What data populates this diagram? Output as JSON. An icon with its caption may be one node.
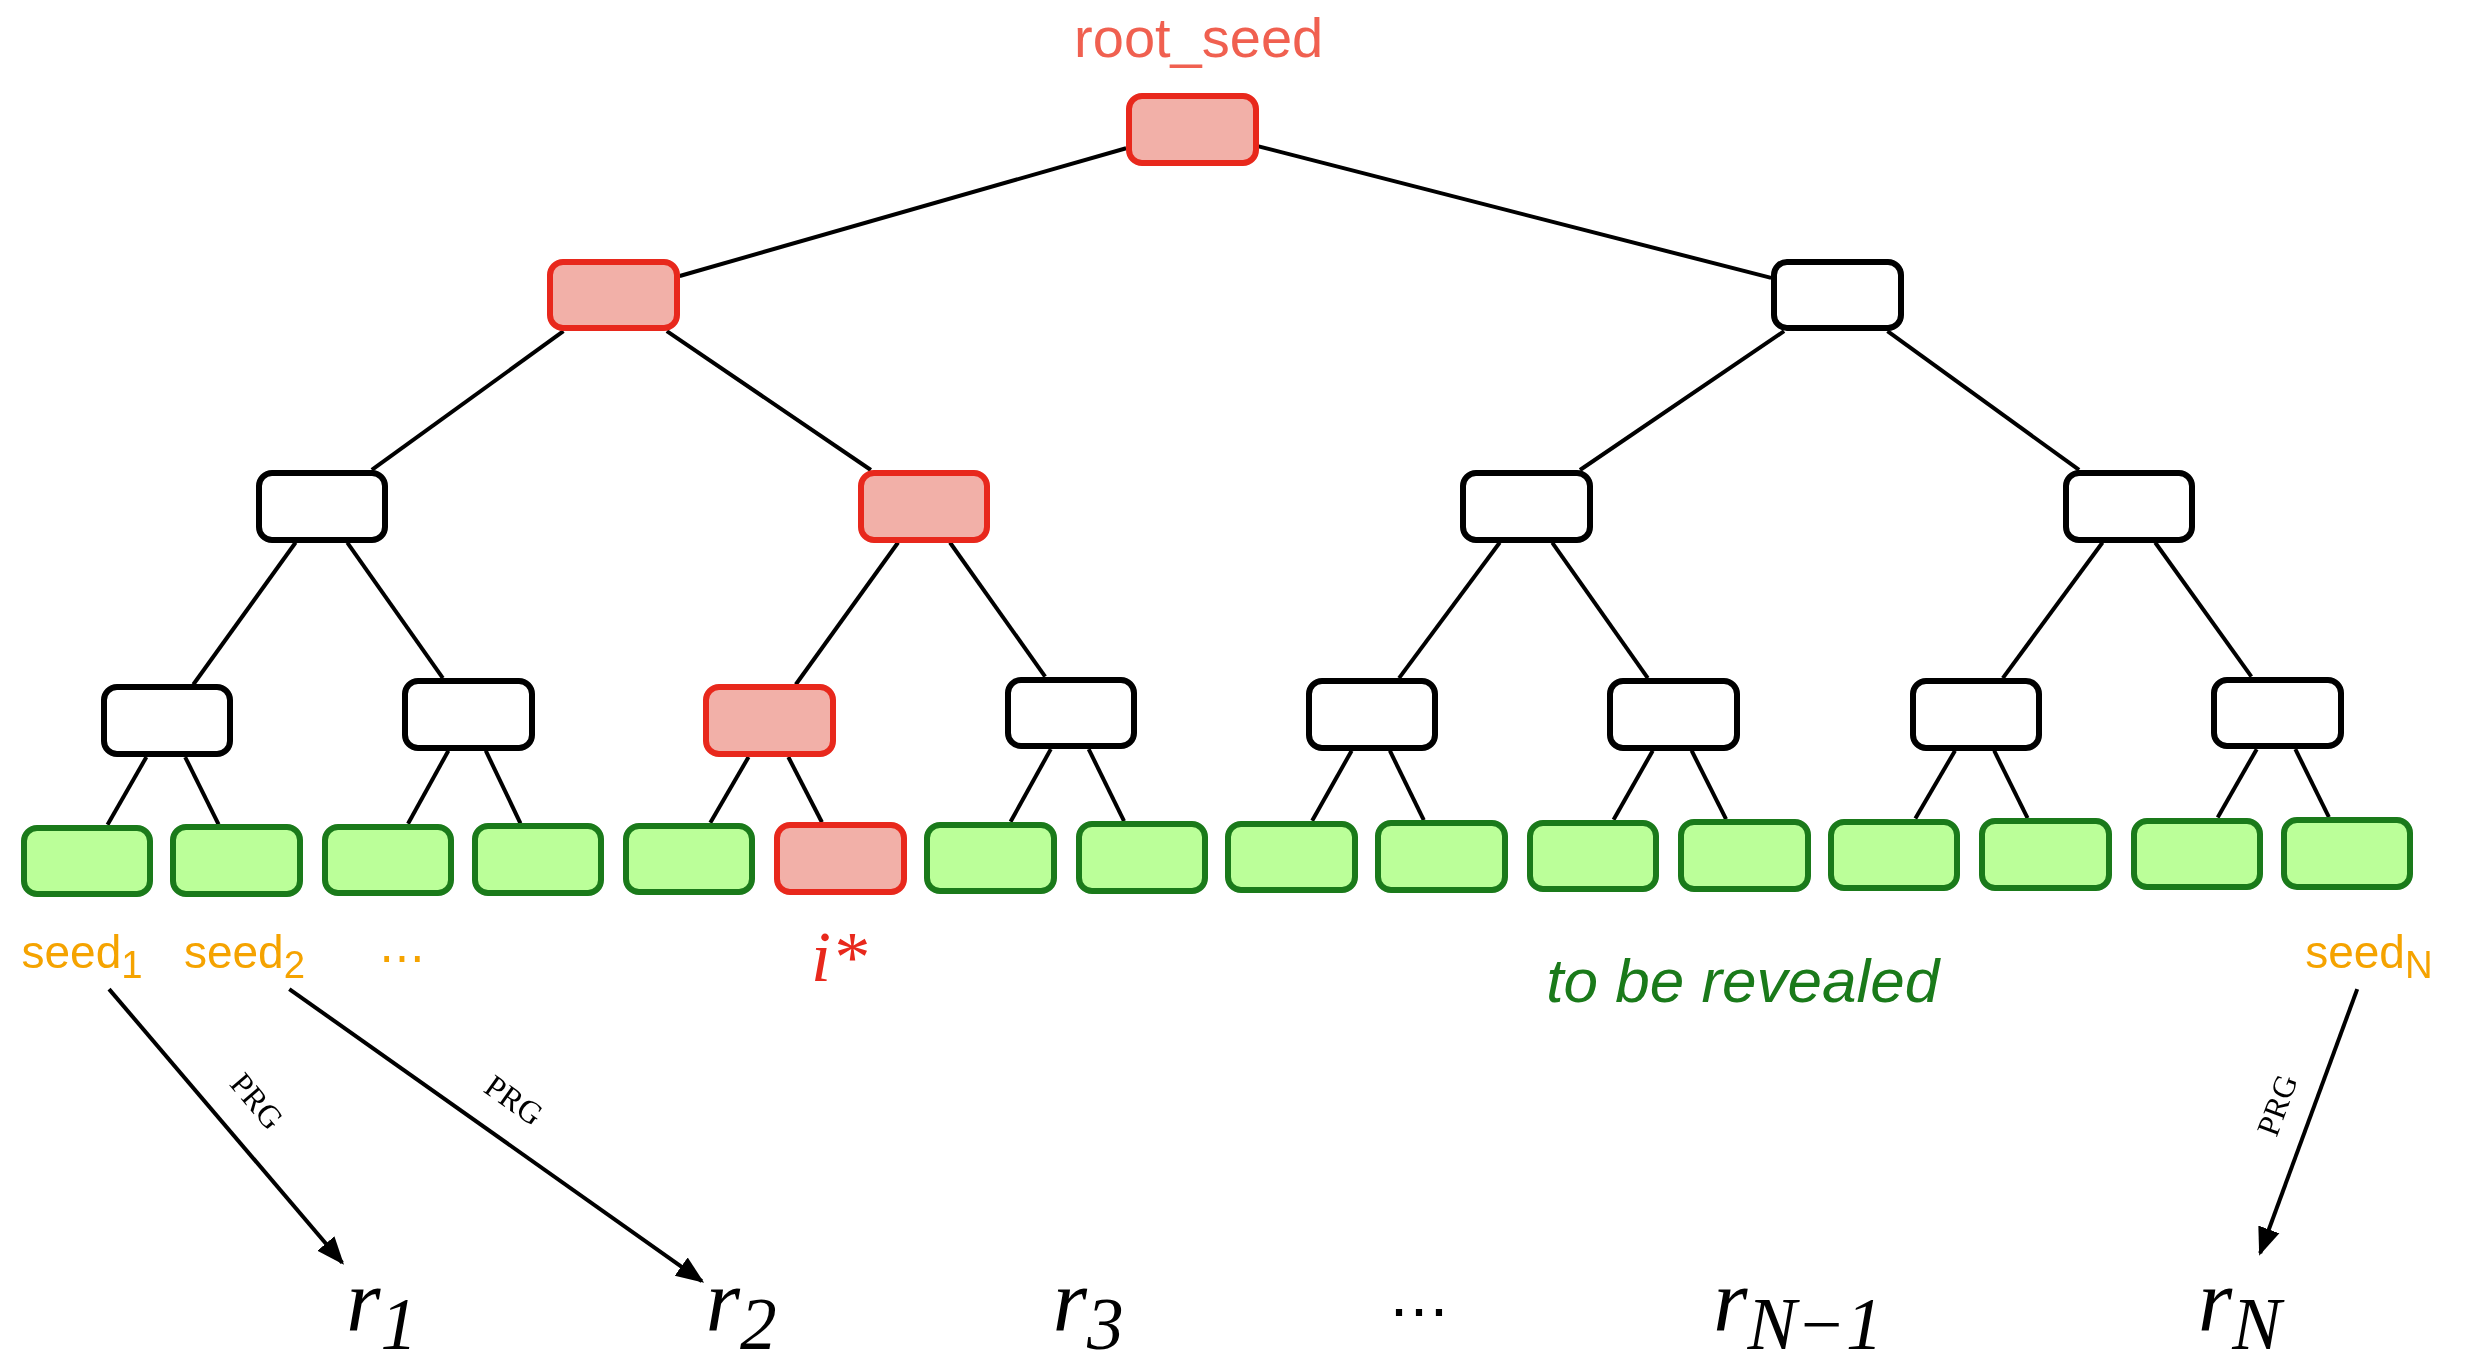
{
  "diagram": {
    "nodes": [
      {
        "text": [],
        "shape": "box",
        "beside": [
          "root_seed"
        ]
      },
      {
        "text": [],
        "shape": "box"
      },
      {
        "text": [],
        "shape": "box"
      },
      {
        "text": [],
        "shape": "box"
      },
      {
        "text": [],
        "shape": "box"
      },
      {
        "text": [],
        "shape": "box"
      },
      {
        "text": [],
        "shape": "box"
      },
      {
        "text": [],
        "shape": "box"
      },
      {
        "text": [],
        "shape": "box"
      },
      {
        "text": [],
        "shape": "box"
      },
      {
        "text": [],
        "shape": "box"
      },
      {
        "text": [],
        "shape": "box"
      },
      {
        "text": [],
        "shape": "box"
      },
      {
        "text": [],
        "shape": "box"
      },
      {
        "text": [],
        "shape": "box"
      },
      {
        "text": [],
        "shape": "box"
      },
      {
        "text": [],
        "shape": "box"
      },
      {
        "text": [],
        "shape": "box"
      },
      {
        "text": [],
        "shape": "box"
      },
      {
        "text": [],
        "shape": "box"
      },
      {
        "text": [],
        "shape": "box",
        "beside": [
          "i*"
        ]
      },
      {
        "text": [],
        "shape": "box"
      },
      {
        "text": [],
        "shape": "box"
      },
      {
        "text": [],
        "shape": "box"
      },
      {
        "text": [],
        "shape": "box"
      },
      {
        "text": [],
        "shape": "box"
      },
      {
        "text": [],
        "shape": "box"
      },
      {
        "text": [],
        "shape": "box"
      },
      {
        "text": [],
        "shape": "box"
      },
      {
        "text": [],
        "shape": "box"
      },
      {
        "text": [],
        "shape": "box"
      },
      {
        "text": [
          "seed$_{1}$"
        ]
      },
      {
        "text": [
          "seed$_{2}$"
        ]
      },
      {
        "text": [
          "seed$_{N}$"
        ]
      },
      {
        "text": [
          "r$_{1}$"
        ]
      },
      {
        "text": [
          "r$_{2}$"
        ]
      },
      {
        "text": [
          "r$_{N}$"
        ]
      }
    ],
    "edges": [
      {
        "from": 0,
        "to": 1,
        "arrow": "none"
      },
      {
        "from": 0,
        "to": 2,
        "arrow": "none"
      },
      {
        "from": 1,
        "to": 3,
        "arrow": "none"
      },
      {
        "from": 1,
        "to": 4,
        "arrow": "none"
      },
      {
        "from": 2,
        "to": 5,
        "arrow": "none"
      },
      {
        "from": 2,
        "to": 6,
        "arrow": "none"
      },
      {
        "from": 3,
        "to": 7,
        "arrow": "none"
      },
      {
        "from": 3,
        "to": 8,
        "arrow": "none"
      },
      {
        "from": 4,
        "to": 9,
        "arrow": "none"
      },
      {
        "from": 4,
        "to": 10,
        "arrow": "none"
      },
      {
        "from": 5,
        "to": 11,
        "arrow": "none"
      },
      {
        "from": 5,
        "to": 12,
        "arrow": "none"
      },
      {
        "from": 6,
        "to": 13,
        "arrow": "none"
      },
      {
        "from": 6,
        "to": 14,
        "arrow": "none"
      },
      {
        "from": 7,
        "to": 15,
        "arrow": "none"
      },
      {
        "from": 7,
        "to": 16,
        "arrow": "none"
      },
      {
        "from": 8,
        "to": 17,
        "arrow": "none"
      },
      {
        "from": 8,
        "to": 18,
        "arrow": "none"
      },
      {
        "from": 9,
        "to": 19,
        "arrow": "none"
      },
      {
        "from": 9,
        "to": 20,
        "arrow": "none"
      },
      {
        "from": 10,
        "to": 21,
        "arrow": "none"
      },
      {
        "from": 10,
        "to": 22,
        "arrow": "none"
      },
      {
        "from": 11,
        "to": 23,
        "arrow": "none"
      },
      {
        "from": 11,
        "to": 24,
        "arrow": "none"
      },
      {
        "from": 12,
        "to": 25,
        "arrow": "none"
      },
      {
        "from": 12,
        "to": 26,
        "arrow": "none"
      },
      {
        "from": 13,
        "to": 27,
        "arrow": "none"
      },
      {
        "from": 13,
        "to": 28,
        "arrow": "none"
      },
      {
        "from": 14,
        "to": 29,
        "arrow": "none"
      },
      {
        "from": 14,
        "to": 30,
        "arrow": "none"
      },
      {
        "from": 31,
        "to": 34,
        "arrow": "to",
        "label": "PRG"
      },
      {
        "from": 32,
        "to": 35,
        "arrow": "to",
        "label": "PRG"
      },
      {
        "from": 33,
        "to": 36,
        "arrow": "to",
        "label": "PRG"
      }
    ],
    "labels": [
      "⋯",
      "to be revealed",
      "r$_{3}$",
      "⋯",
      "r$_{N−1}$"
    ]
  }
}
